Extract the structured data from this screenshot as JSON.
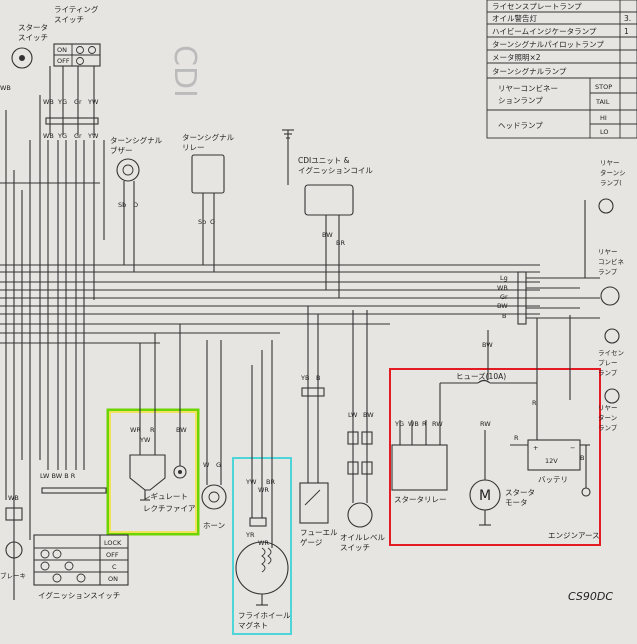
{
  "diagram": {
    "model_code": "CS90DC",
    "page_watermark": "CDI",
    "components": {
      "starter_switch": "スタータ\nスイッチ",
      "lighting_switch": "ライティング\nスイッチ",
      "lighting_on": "ON",
      "lighting_off": "OFF",
      "turn_buzzer": "ターンシグナル\nブザー",
      "turn_relay": "ターンシグナル\nリレー",
      "cdi_unit": "CDIユニット &\nイグニッションコイル",
      "regulator": "レギュレート\nレクチファイア",
      "horn": "ホーン",
      "flywheel": "フライホイール\nマグネト",
      "fuel_gauge": "フューエル\nゲージ",
      "oil_switch": "オイルレベル\nスイッチ",
      "fuse": "ヒューズ(10A)",
      "starter_relay": "スタータリレー",
      "starter_motor": "スタータ\nモータ",
      "motor_symbol": "M",
      "battery": "バッテリ",
      "battery_voltage": "12V",
      "engine_earth": "エンジンアース",
      "ignition_switch": "イグニッションスイッチ",
      "ign_lock": "LOCK",
      "ign_off": "OFF",
      "ign_c": "C",
      "ign_on": "ON",
      "brake_label": "ブレーキ",
      "rear_turn": "リヤー\nターンシ\nランプ(",
      "rear_comb": "リヤー\nコンビネ\nランプ",
      "license_lamp": "ライセン\nプレー\nランプ",
      "rear_turn2": "リヤー\nターン\nランプ"
    },
    "legend_table": {
      "rows": [
        {
          "name": "ライセンスプレートランプ",
          "val": ""
        },
        {
          "name": "オイル警告灯",
          "val": "3."
        },
        {
          "name": "ハイビームインジケータランプ",
          "val": "1"
        },
        {
          "name": "ターンシグナルパイロットランプ",
          "val": ""
        },
        {
          "name": "メータ照明×2",
          "val": ""
        },
        {
          "name": "ターンシグナルランプ",
          "val": ""
        }
      ],
      "rear_combo": "リヤーコンビネー\nションランプ",
      "rear_combo_sub": [
        "STOP",
        "TAIL"
      ],
      "headlamp": "ヘッドランプ",
      "headlamp_sub": [
        "HI",
        "LO"
      ]
    },
    "wire_labels": {
      "wb": "WB",
      "yg": "YG",
      "gr": "Gr",
      "yw": "YW",
      "sb": "Sb",
      "o": "O",
      "bw": "BW",
      "br": "BR",
      "lg": "Lg",
      "b": "B",
      "wr": "WR",
      "r": "R",
      "w": "W",
      "g": "G",
      "yb": "YB",
      "lw": "LW",
      "rw": "RW",
      "yr": "YR",
      "lwbwbr": "LW BW B R"
    }
  },
  "colors": {
    "highlight_green": "#6cd400",
    "highlight_yellow": "#f0e25a",
    "highlight_cyan": "#4fd4d8",
    "highlight_red": "#e31b23"
  }
}
